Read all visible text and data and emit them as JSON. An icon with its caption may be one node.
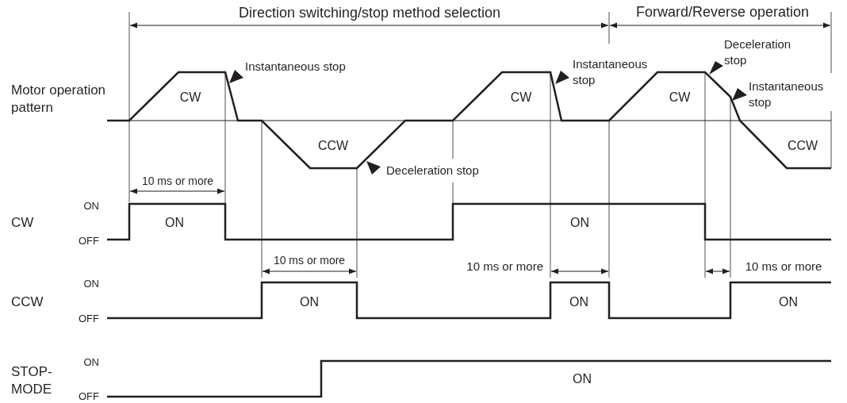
{
  "diagram": {
    "labels": [
      "Direction switching/stop method selection",
      "Forward/Reverse operation",
      "Deceleration stop",
      "Instantaneous stop",
      "Instantaneous stop",
      "Motor operation pattern",
      "Instantaneous stop",
      "CW",
      "CW",
      "CW",
      "CCW",
      "CCW",
      "Deceleration stop",
      "10 ms or more",
      "ON",
      "CW",
      "ON",
      "ON",
      "OFF",
      "10 ms or more",
      "10 ms or more",
      "10 ms or more",
      "ON",
      "CCW",
      "ON",
      "ON",
      "ON",
      "OFF",
      "ON",
      "STOP- MODE",
      "ON",
      "OFF"
    ]
  }
}
